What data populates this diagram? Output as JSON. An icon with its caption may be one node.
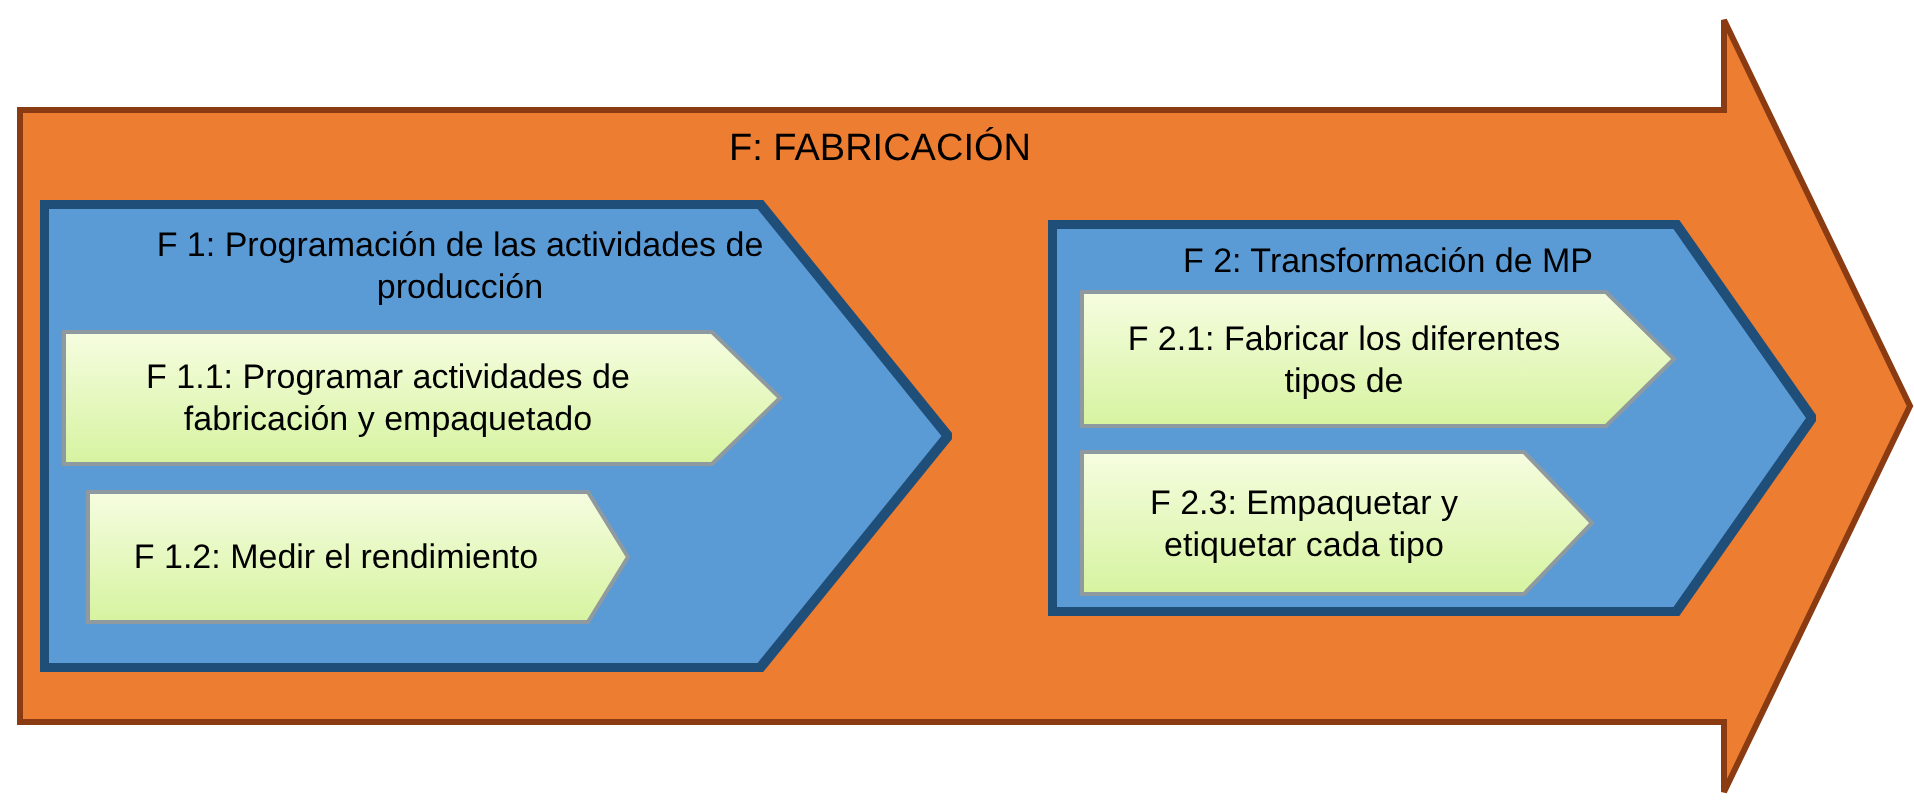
{
  "diagram": {
    "nodes": [
      {
        "text": [
          "F: FABRICACIÓN"
        ]
      },
      {
        "text": [
          "F 1: Programación de las actividades de producción"
        ],
        "in": 0
      },
      {
        "text": [
          "F 1.1: Programar actividades de fabricación y empaquetado"
        ],
        "in": 1
      },
      {
        "text": [
          "F 1.2: Medir el rendimiento"
        ],
        "in": 1
      },
      {
        "text": [
          "F 2: Transformación de MP"
        ],
        "in": 0
      },
      {
        "text": [
          "F 2.1: Fabricar los diferentes tipos de"
        ],
        "in": 4
      },
      {
        "text": [
          "F 2.3: Empaquetar y etiquetar cada tipo"
        ],
        "in": 4
      }
    ]
  }
}
